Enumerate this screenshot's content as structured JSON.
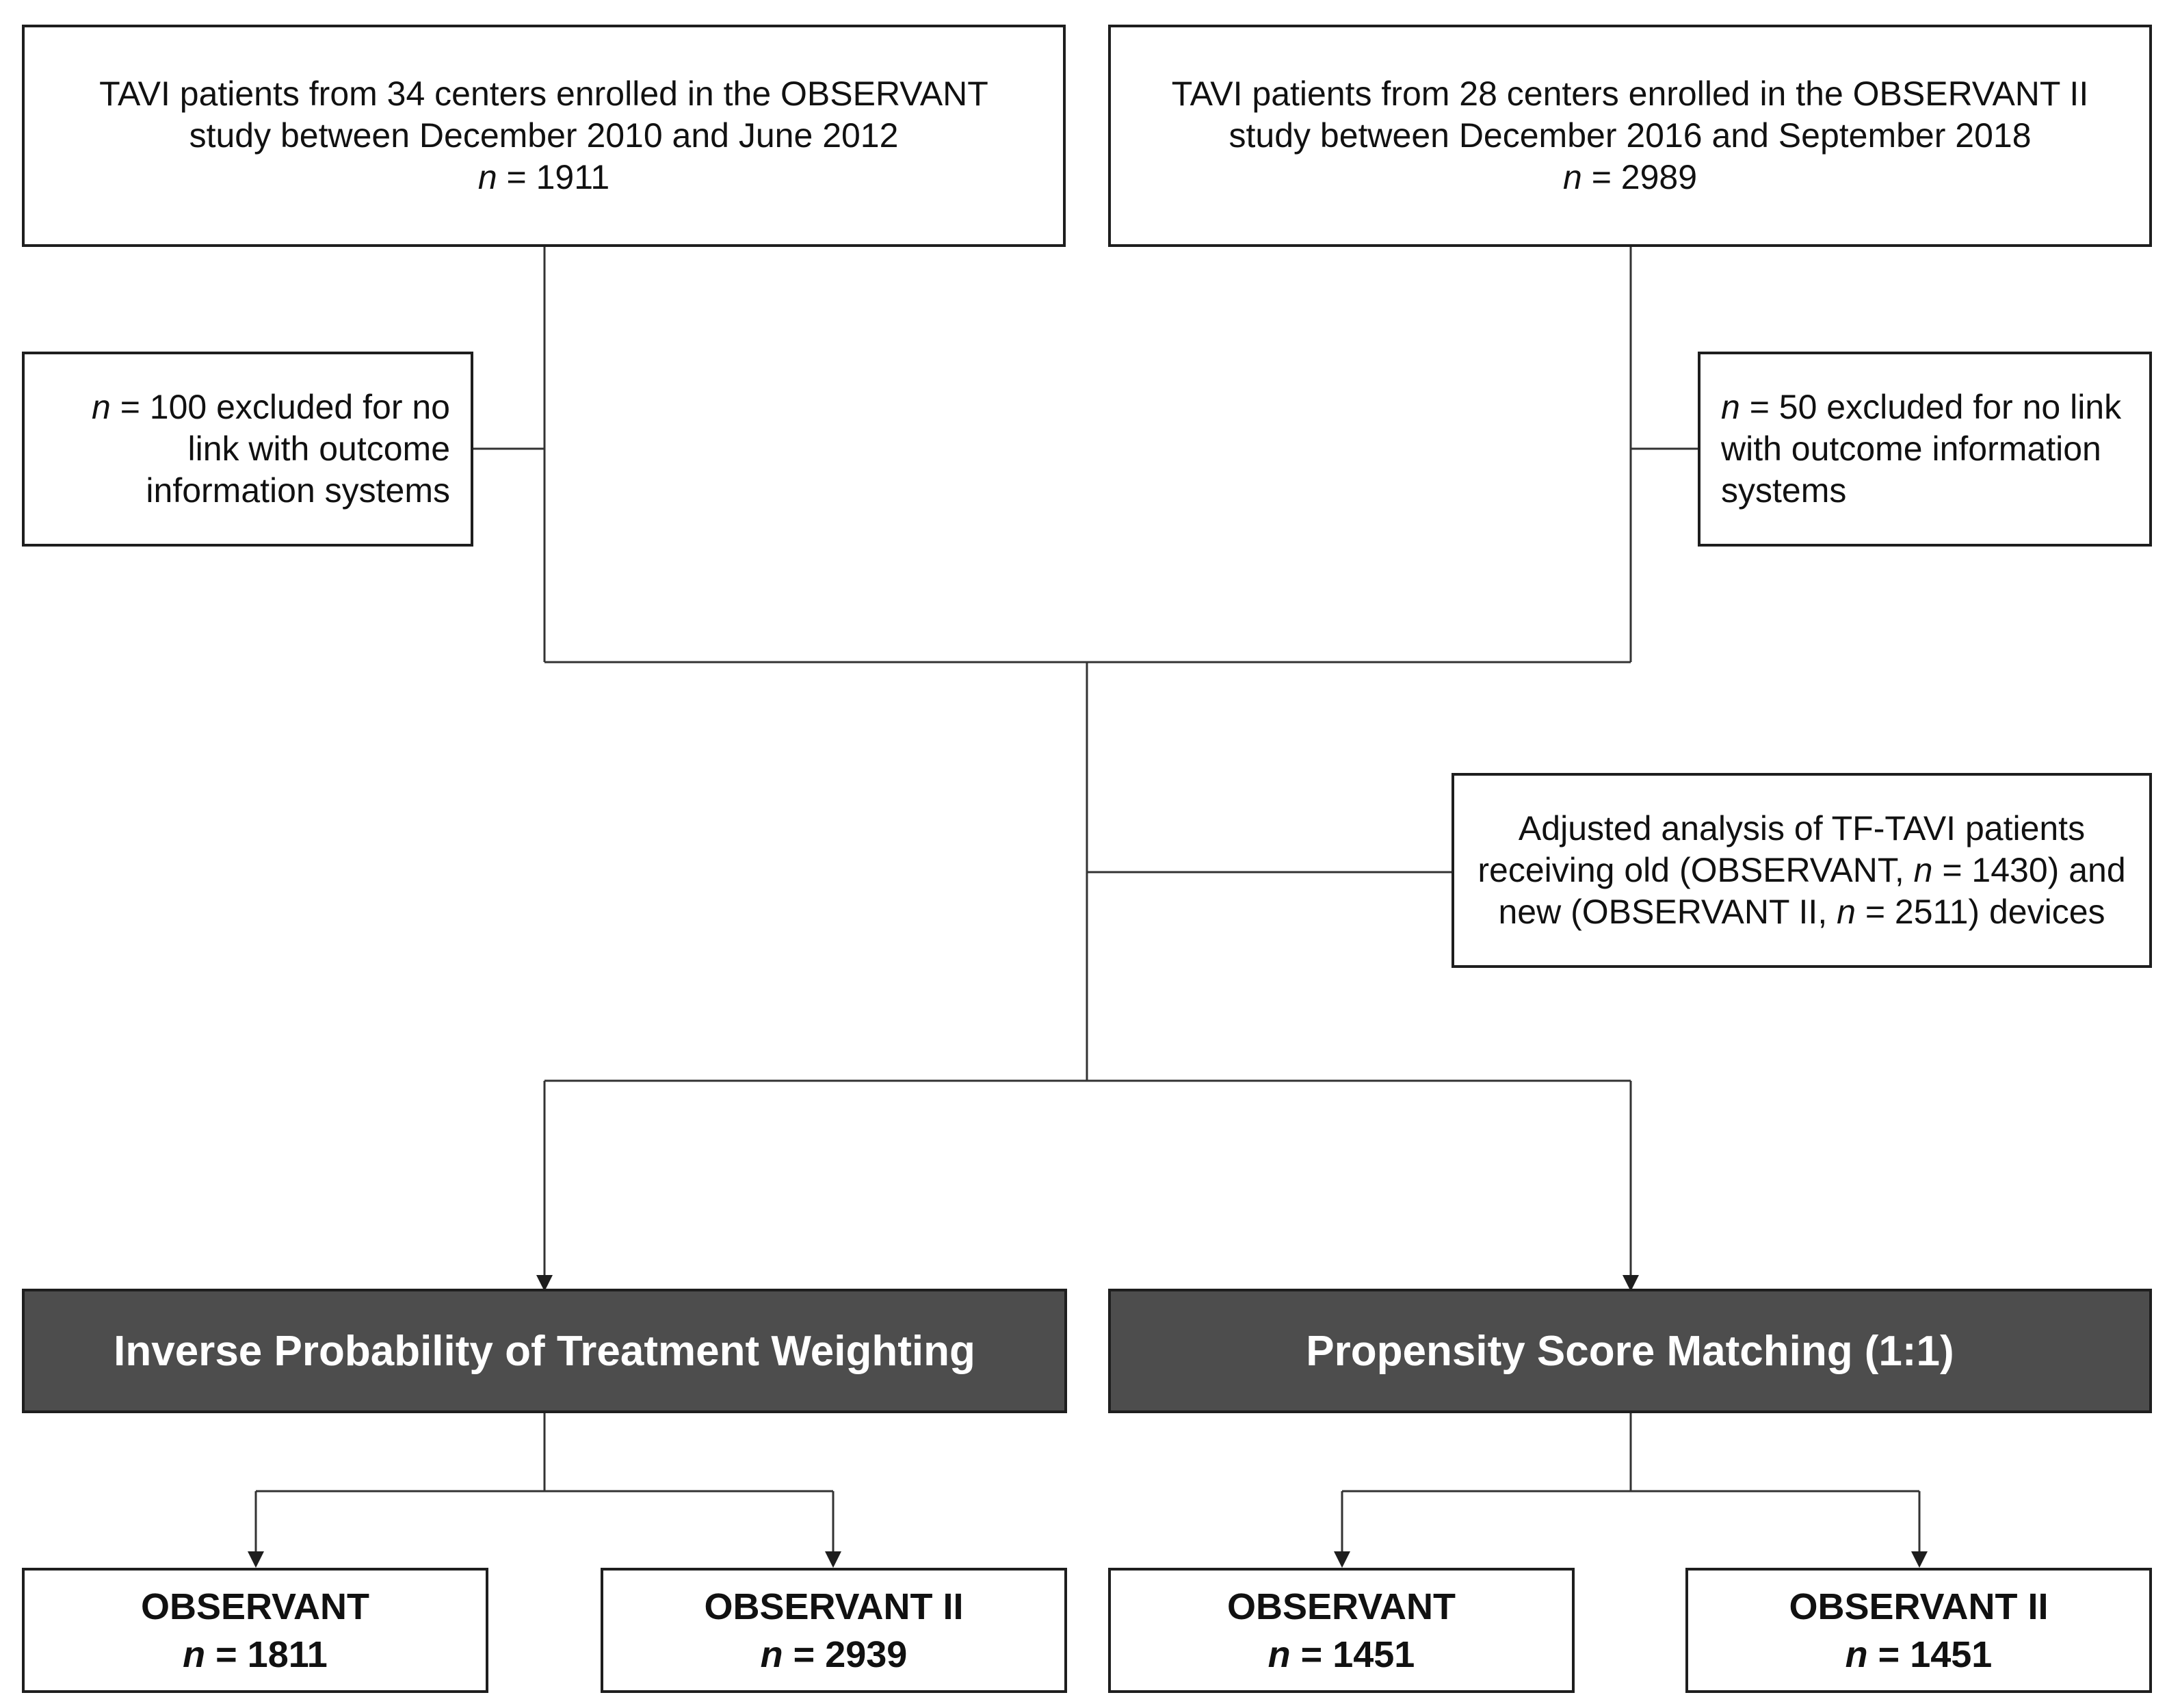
{
  "top_left": {
    "line1": "TAVI patients from 34 centers enrolled in the OBSERVANT",
    "line2": "study between December 2010 and June 2012",
    "n_label": "n",
    "n_value": " = 1911"
  },
  "top_right": {
    "line1": "TAVI patients from 28 centers enrolled in the OBSERVANT II",
    "line2": "study between December 2016 and September 2018",
    "n_label": "n",
    "n_value": " = 2989"
  },
  "excl_left": {
    "n_label": "n",
    "line1": " = 100 excluded for no",
    "line2": "link with outcome",
    "line3": "information systems"
  },
  "excl_right": {
    "n_label": "n",
    "line1": " = 50 excluded for no link",
    "line2": "with outcome information",
    "line3": "systems"
  },
  "adjusted": {
    "line1": "Adjusted analysis of TF-TAVI patients",
    "line2a": "receiving old (OBSERVANT, ",
    "n_label1": "n",
    "line2b": " = 1430) and",
    "line3a": "new (OBSERVANT II, ",
    "n_label2": "n",
    "line3b": " = 2511) devices"
  },
  "methods": {
    "iptw": "Inverse Probability of Treatment Weighting",
    "psm": "Propensity Score Matching (1:1)"
  },
  "results": [
    {
      "title": "OBSERVANT",
      "n_label": "n",
      "n_value": " = 1811"
    },
    {
      "title": "OBSERVANT II",
      "n_label": "n",
      "n_value": " = 2939"
    },
    {
      "title": "OBSERVANT",
      "n_label": "n",
      "n_value": " = 1451"
    },
    {
      "title": "OBSERVANT II",
      "n_label": "n",
      "n_value": " = 1451"
    }
  ],
  "colors": {
    "line": "#333333",
    "box_border": "#1e1e1e",
    "dark_fill": "#4d4d4d"
  }
}
